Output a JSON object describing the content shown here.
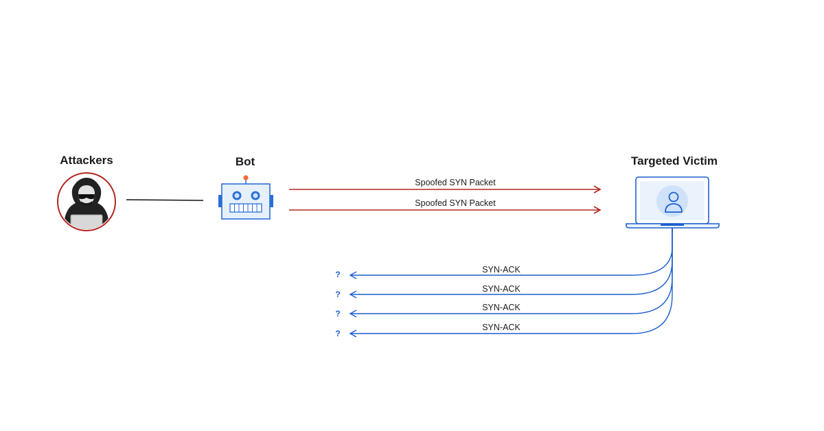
{
  "nodes": {
    "attackers": {
      "label": "Attackers"
    },
    "bot": {
      "label": "Bot"
    },
    "victim": {
      "label": "Targeted Victim"
    }
  },
  "packets": {
    "spoofed": [
      "Spoofed SYN Packet",
      "Spoofed SYN Packet"
    ],
    "replies": [
      "SYN-ACK",
      "SYN-ACK",
      "SYN-ACK",
      "SYN-ACK"
    ],
    "unknown_marks": [
      "?",
      "?",
      "?",
      "?"
    ]
  },
  "colors": {
    "syn_arrow": "#b3261e",
    "synack_arrow": "#1c5fce",
    "attacker_ring": "#b3261e",
    "bot_blue": "#2a6fd6",
    "bot_light": "#e6f0fb",
    "victim_blue": "#1c5fce",
    "victim_screen": "#eaf2fc"
  },
  "icons": [
    "hacker-icon",
    "robot-icon",
    "laptop-user-icon"
  ]
}
